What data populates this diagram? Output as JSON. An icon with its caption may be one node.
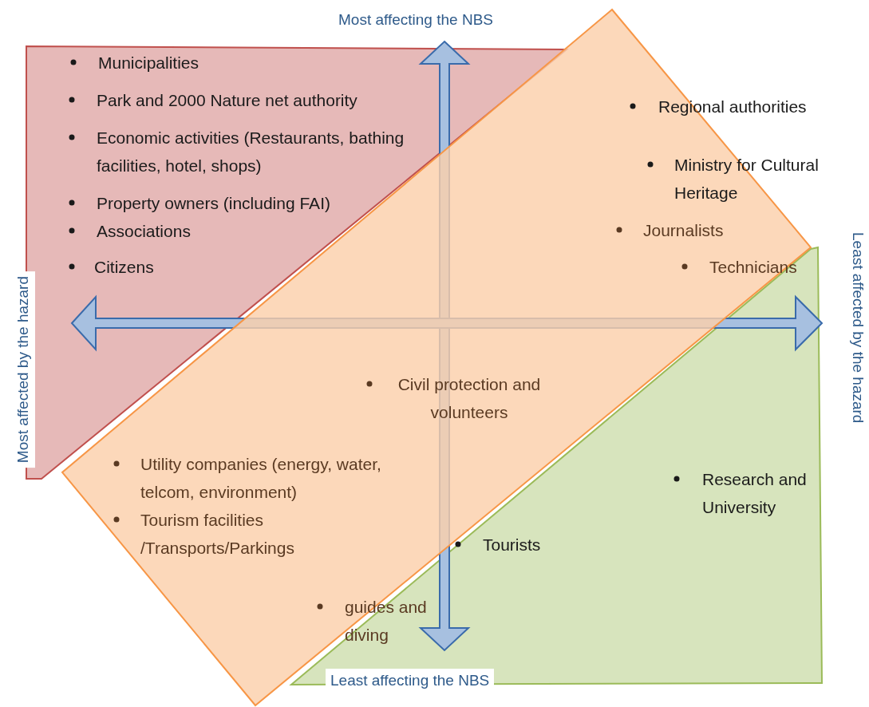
{
  "diagram": {
    "labels": [
      "Most affecting the NBS",
      "Municipalities",
      "Park and 2000 Nature net authority",
      "Regional authorities",
      "Economic activities (Restaurants, bathing facilities, hotel, shops)",
      "Ministry for Cultural Heritage",
      "Property owners (including FAI)",
      "Journalists",
      "Associations",
      "Citizens",
      "Technicians",
      "Least affected by the hazard",
      "Most affected by the hazard",
      "Civil protection and volunteers",
      "Utility companies (energy, water, telcom, environment)",
      "Research and University",
      "Tourism facilities /Transports/Parkings",
      "Tourists",
      "guides and diving",
      "Least affecting the NBS"
    ]
  }
}
